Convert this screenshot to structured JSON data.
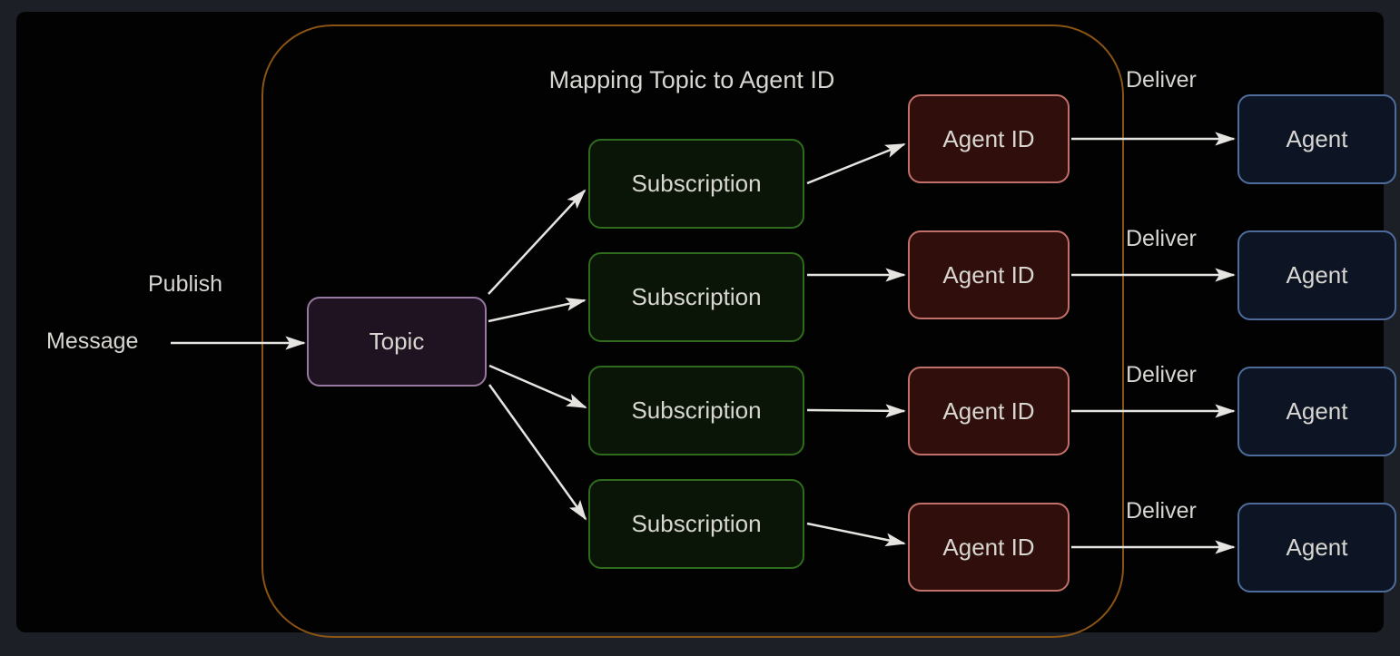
{
  "title": "Mapping Topic to Agent ID",
  "external": {
    "message_label": "Message"
  },
  "edge_labels": {
    "publish": "Publish",
    "deliver": [
      "Deliver",
      "Deliver",
      "Deliver",
      "Deliver"
    ]
  },
  "nodes": {
    "topic": {
      "label": "Topic"
    },
    "subscriptions": [
      {
        "label": "Subscription"
      },
      {
        "label": "Subscription"
      },
      {
        "label": "Subscription"
      },
      {
        "label": "Subscription"
      }
    ],
    "agent_ids": [
      {
        "label": "Agent ID"
      },
      {
        "label": "Agent ID"
      },
      {
        "label": "Agent ID"
      },
      {
        "label": "Agent ID"
      }
    ],
    "agents": [
      {
        "label": "Agent"
      },
      {
        "label": "Agent"
      },
      {
        "label": "Agent"
      },
      {
        "label": "Agent"
      }
    ]
  },
  "colors": {
    "page_background": "#1c2026",
    "canvas_background": "#020202",
    "group_border": "#8a5415",
    "topic_fill": "#1f1322",
    "topic_border": "#9678a0",
    "subscription_fill": "#0a1507",
    "subscription_border": "#2f6b1d",
    "agent_id_fill": "#300e0c",
    "agent_id_border": "#c2706a",
    "agent_fill": "#0d1424",
    "agent_border": "#4e6c9b",
    "arrow": "#e6e4e0",
    "text": "#d8d6d1"
  }
}
